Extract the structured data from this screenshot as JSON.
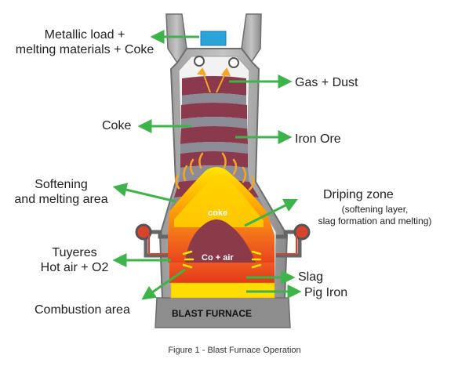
{
  "diagram": {
    "caption": "Figure 1 - Blast Furnace Operation",
    "furnace_label": "BLAST FURNACE",
    "inner_labels": {
      "coke": "coke",
      "co_air": "Co + air"
    },
    "callouts": {
      "metallic_load_1": "Metallic load +",
      "metallic_load_2": "melting materials + Coke",
      "gas_dust": "Gas + Dust",
      "coke": "Coke",
      "iron_ore": "Iron Ore",
      "softening_1": "Softening",
      "softening_2": "and melting area",
      "driping_zone": "Driping zone",
      "driping_sub_1": "(softening layer,",
      "driping_sub_2": "slag formation and melting)",
      "tuyeres_1": "Tuyeres",
      "tuyeres_2": "Hot air + O2",
      "slag": "Slag",
      "pig_iron": "Pig Iron",
      "combustion": "Combustion area"
    },
    "colors": {
      "arrow": "#3cb44a",
      "shell": "#8a8a8a",
      "coke_band": "#8b3a4d",
      "ore_band": "#8c8c96",
      "melt_yellow": "#ffd800",
      "melt_orange": "#f47a20",
      "hot_core": "#8b3a4a",
      "hopper": "#29a3d9",
      "tuyere_red": "#d9432b"
    }
  }
}
